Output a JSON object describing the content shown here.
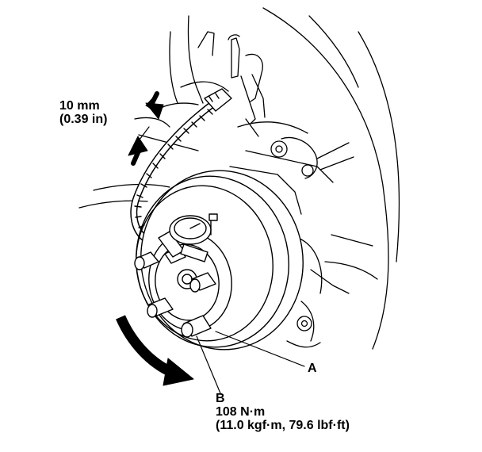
{
  "gap_label": {
    "line1": "10 mm",
    "line2": "(0.39 in)"
  },
  "callouts": {
    "a": "A",
    "b": "B"
  },
  "torque_label": {
    "line1": "108 N·m",
    "line2": "(11.0 kgf·m, 79.6 lbf·ft)"
  },
  "icons": {
    "gap_arrows": "double-arrow-icon",
    "rotation": "curved-arrow-icon"
  },
  "colors": {
    "ink": "#000000",
    "paper": "#ffffff"
  }
}
